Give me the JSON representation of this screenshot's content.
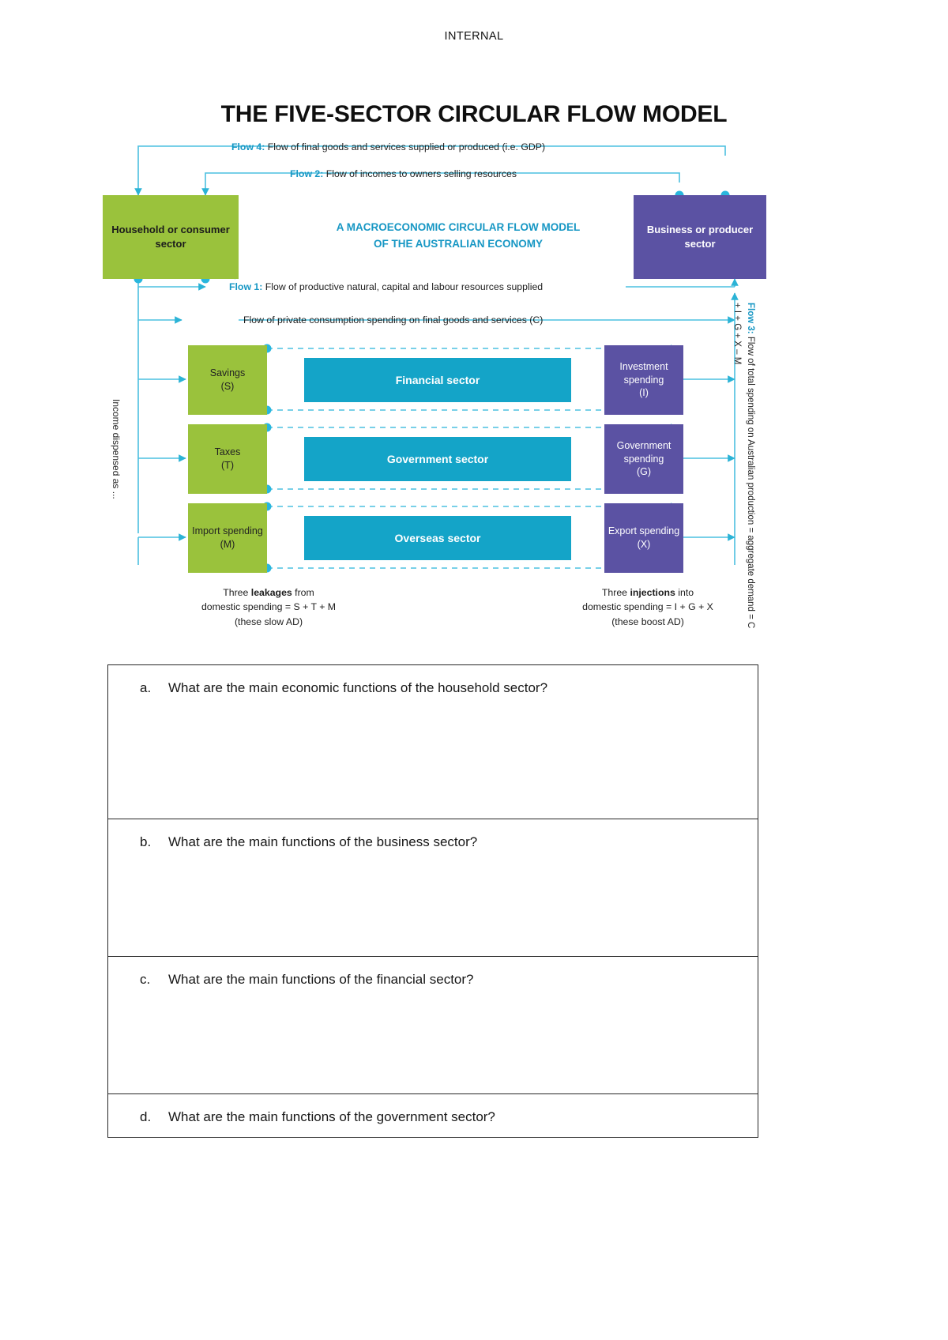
{
  "header": {
    "classification": "INTERNAL"
  },
  "diagram": {
    "title": "THE FIVE-SECTOR CIRCULAR FLOW MODEL",
    "center_caption_line1": "A MACROECONOMIC CIRCULAR FLOW MODEL",
    "center_caption_line2": "OF THE AUSTRALIAN ECONOMY",
    "household_box": "Household or consumer sector",
    "business_box": "Business or producer sector",
    "flow4_bold": "Flow 4:",
    "flow4_text": " Flow of final goods and services supplied or produced (i.e. GDP)",
    "flow2_bold": "Flow 2:",
    "flow2_text": " Flow of incomes to owners selling resources",
    "flow1_bold": "Flow 1:",
    "flow1_text": " Flow of productive natural, capital and labour resources supplied",
    "flowC_text": "Flow of private consumption spending on final goods and services (C)",
    "left_vertical_label": "Income dispensed as ...",
    "right_vertical_bold": "Flow 3:",
    "right_vertical_text": " Flow of total spending on Australian production = aggregate demand = C + I + G + X – M",
    "leakages": [
      {
        "name": "Savings",
        "symbol": "(S)"
      },
      {
        "name": "Taxes",
        "symbol": "(T)"
      },
      {
        "name": "Import spending",
        "symbol": "(M)"
      }
    ],
    "intermediaries": [
      "Financial sector",
      "Government sector",
      "Overseas sector"
    ],
    "injections": [
      {
        "name": "Investment spending",
        "symbol": "(I)"
      },
      {
        "name": "Government spending",
        "symbol": "(G)"
      },
      {
        "name": "Export spending",
        "symbol": "(X)"
      }
    ],
    "footnote_left_line1_a": "Three ",
    "footnote_left_line1_b": "leakages",
    "footnote_left_line1_c": " from",
    "footnote_left_line2": "domestic spending = S + T + M",
    "footnote_left_line3": "(these slow AD)",
    "footnote_right_line1_a": "Three ",
    "footnote_right_line1_b": "injections",
    "footnote_right_line1_c": " into",
    "footnote_right_line2": "domestic spending = I + G + X",
    "footnote_right_line3": "(these boost AD)",
    "colors": {
      "green": "#9ac23c",
      "purple": "#5b52a3",
      "teal": "#14a4c8",
      "line_blue": "#4cc0e0",
      "label_blue": "#1797c4"
    }
  },
  "questions": [
    {
      "label": "a.",
      "text": "What are the main economic functions of the household sector?"
    },
    {
      "label": "b.",
      "text": "What are the main functions of the business sector?"
    },
    {
      "label": "c.",
      "text": "What are the main functions of the financial sector?"
    },
    {
      "label": "d.",
      "text": "What are the main functions of the government sector?"
    }
  ]
}
